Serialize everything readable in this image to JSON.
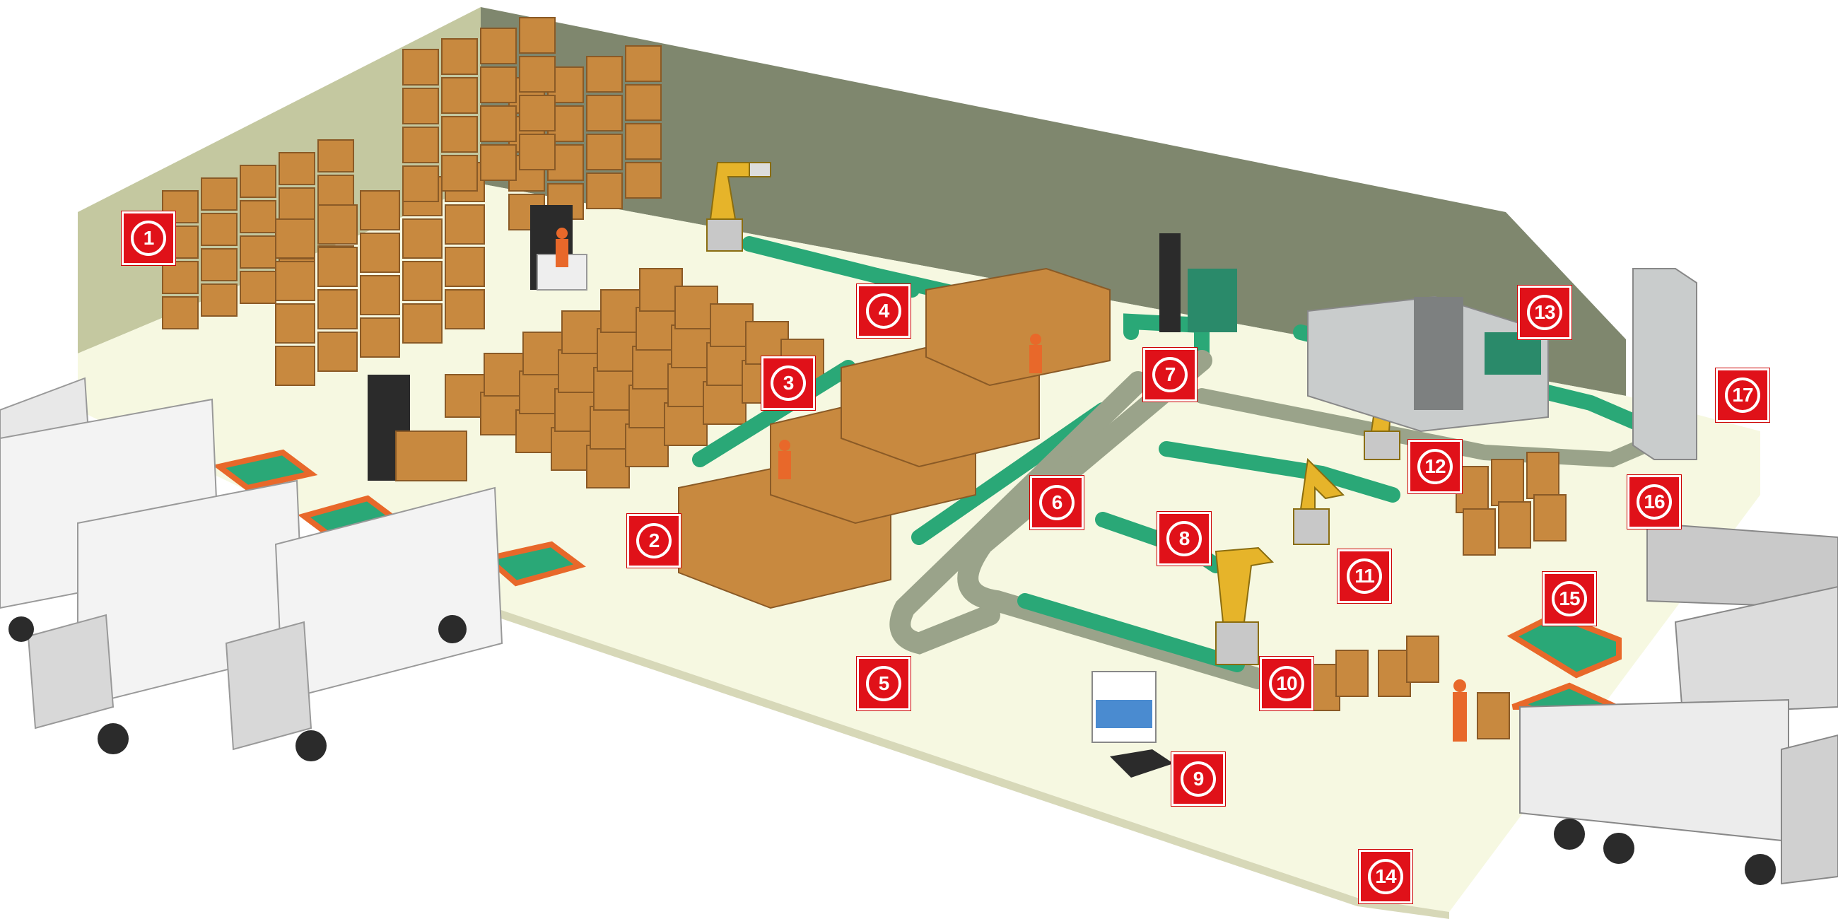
{
  "markers": [
    "1",
    "2",
    "3",
    "4",
    "5",
    "6",
    "7",
    "8",
    "9",
    "10",
    "11",
    "12",
    "13",
    "14",
    "15",
    "16",
    "17"
  ],
  "colors": {
    "floor": "#f6f8e1",
    "wall_side": "#c4c8a0",
    "wall_back": "#7f876e",
    "green_conveyor": "#2aa877",
    "orange_edge": "#e8682a",
    "box": "#c8893f",
    "rack": "#2a4a9a",
    "robot": "#e6b42a",
    "marker": "#e01119"
  },
  "icons": [
    "storage-rack-icon",
    "forklift-icon",
    "robot-arm-icon",
    "conveyor-icon",
    "truck-icon",
    "roll-cage-icon",
    "agv-icon",
    "worker-icon",
    "lift-icon",
    "packing-machine-icon"
  ]
}
